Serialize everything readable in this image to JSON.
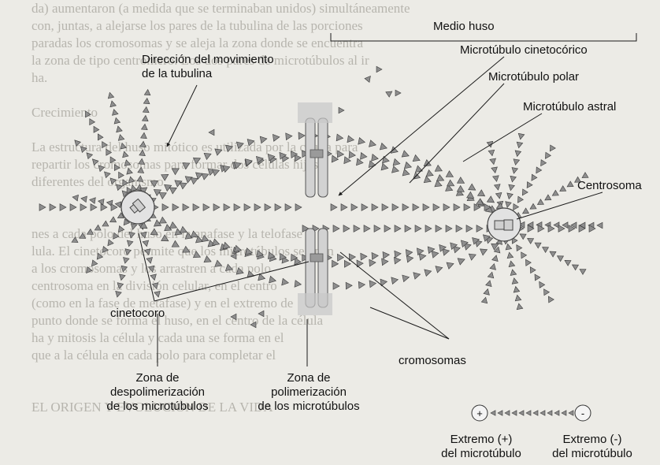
{
  "labels": {
    "medio_huso": "Medio huso",
    "microtubulo_cinetocorico": "Microtúbulo cinetocórico",
    "microtubulo_polar": "Microtúbulo polar",
    "microtubulo_astral": "Microtúbulo astral",
    "centrosoma": "Centrosoma",
    "direccion_l1": "Dirección del movimiento",
    "direccion_l2": "de la tubulina",
    "cinetocoro": "cinetocoro",
    "cromosomas": "cromosomas",
    "zona_despol_l1": "Zona de",
    "zona_despol_l2": "despolimerización",
    "zona_despol_l3": "de los microtúbulos",
    "zona_pol_l1": "Zona de",
    "zona_pol_l2": "polimerización",
    "zona_pol_l3": "de los microtúbulos",
    "extremo_mas_l1": "Extremo (+)",
    "extremo_mas_l2": "del microtúbulo",
    "extremo_menos_l1": "Extremo (-)",
    "extremo_menos_l2": "del microtúbulo",
    "plus_sign": "+",
    "minus_sign": "-"
  },
  "background_text": [
    "da) aumentaron (a medida que se terminaban unidos) simultáneamente",
    "con, juntas, a alejarse los pares de la tubulina de las porciones",
    "paradas los cromosomas y se aleja la zona donde se encuentra",
    "la zona de tipo centrómero. Los dos pares de microtúbulos al ir",
    "ha.",
    "",
    "Crecimiento",
    "",
    "La estructura del huso mitótico es utilizada por la célula para",
    "repartir los cromosomas para formar dos células hijas",
    "diferentes del organismo",
    "",
    "",
    "nes a cada polo del huso en la anafase y la telofase",
    "lula. El cinetocoro permite que los microtúbulos se unan",
    "a los cromosomas y los arrastren a cada polo",
    "centrosoma en la división celular, en el centro",
    "(como en la fase de metafase) y en el extremo de",
    "punto donde se forma el huso, en el centro de la célula",
    "ha y mitosis la célula y cada una se forma en el",
    "que a la célula en cada polo para completar el",
    "",
    "",
    "EL ORIGEN Y EVOLUCIÓN DE LA VIDA"
  ]
}
